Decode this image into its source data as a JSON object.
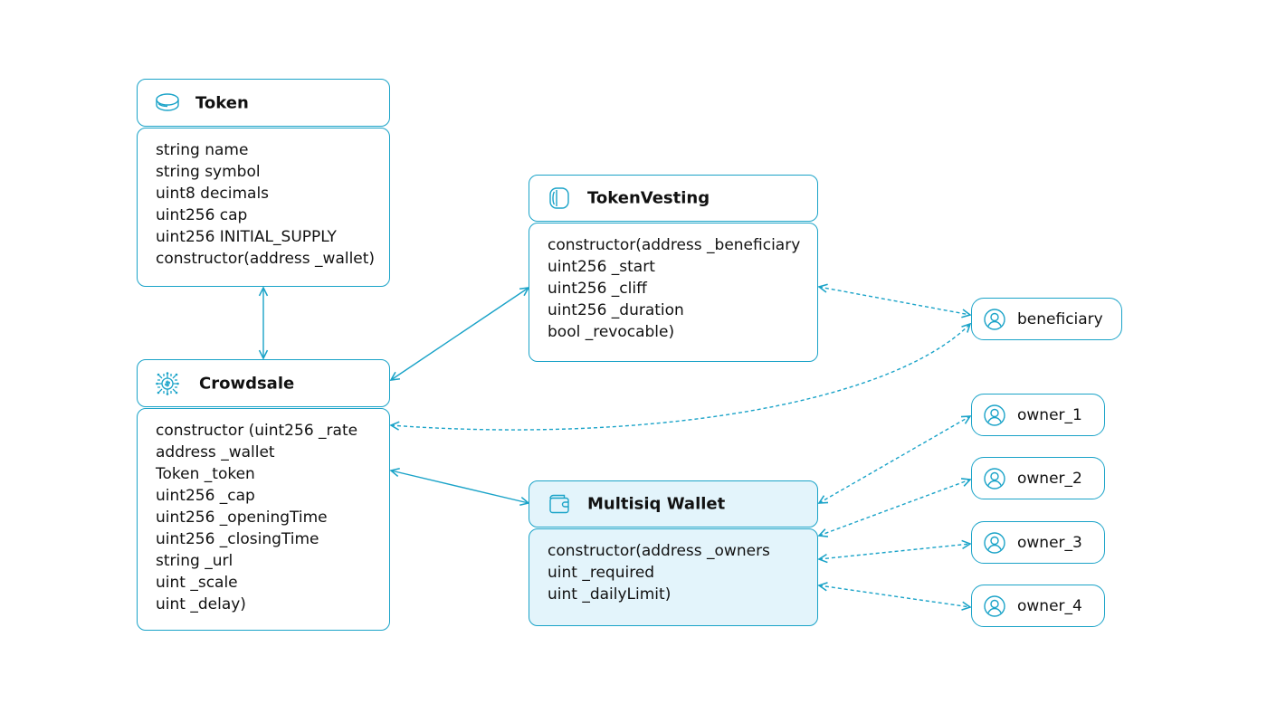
{
  "colors": {
    "accent": "#1aa3c8",
    "fill": "#e3f4fb",
    "text": "#111111"
  },
  "token": {
    "title": "Token",
    "icon": "coin-stack-icon",
    "fields": [
      "string name",
      "string symbol",
      "uint8 decimals",
      "uint256 cap",
      "uint256 INITIAL_SUPPLY",
      "constructor(address _wallet)"
    ]
  },
  "crowdsale": {
    "title": "Crowdsale",
    "icon": "circuit-coin-icon",
    "fields": [
      "constructor (uint256 _rate",
      "address _wallet",
      "Token _token",
      "uint256 _cap",
      "uint256 _openingTime",
      "uint256 _closingTime",
      "string _url",
      "uint _scale",
      "uint _delay)"
    ]
  },
  "tokenvesting": {
    "title": "TokenVesting",
    "icon": "vesting-icon",
    "fields": [
      "constructor(address _beneficiary",
      "uint256 _start",
      "uint256 _cliff",
      "uint256 _duration",
      "bool _revocable)"
    ]
  },
  "multisig": {
    "title": "Multisiq Wallet",
    "icon": "wallet-icon",
    "fields": [
      "constructor(address _owners",
      "uint _required",
      "uint _dailyLimit)"
    ]
  },
  "actors": [
    "beneficiary",
    "owner_1",
    "owner_2",
    "owner_3",
    "owner_4"
  ]
}
